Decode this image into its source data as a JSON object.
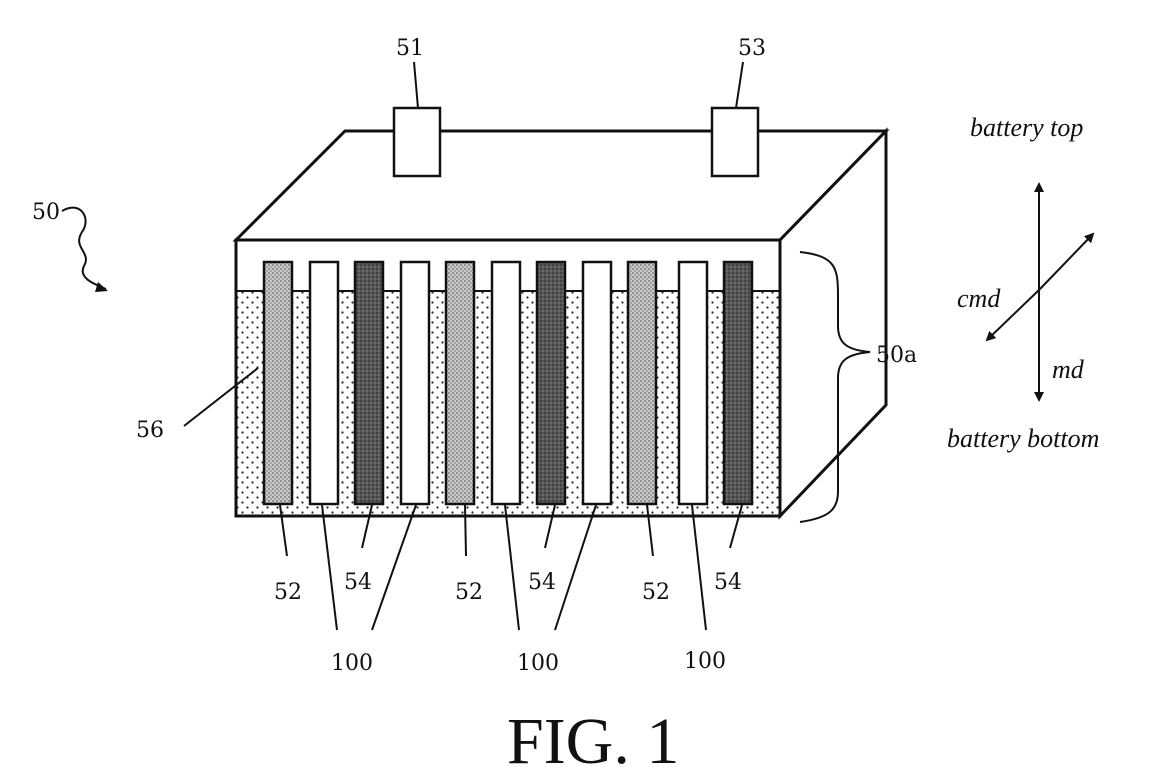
{
  "labels": {
    "battery": "50",
    "battery_section": "50a",
    "terminal_left": "51",
    "terminal_right": "53",
    "electrolyte": "56",
    "positive_plate": "52",
    "negative_plate": "54",
    "separator": "100"
  },
  "directions": {
    "top": "battery top",
    "bottom": "battery bottom",
    "cross_machine": "cmd",
    "machine": "md"
  },
  "figure_caption": "FIG. 1",
  "plate_sequence": [
    "52",
    "100",
    "54",
    "100",
    "52",
    "100",
    "54",
    "100",
    "52",
    "100",
    "54"
  ]
}
